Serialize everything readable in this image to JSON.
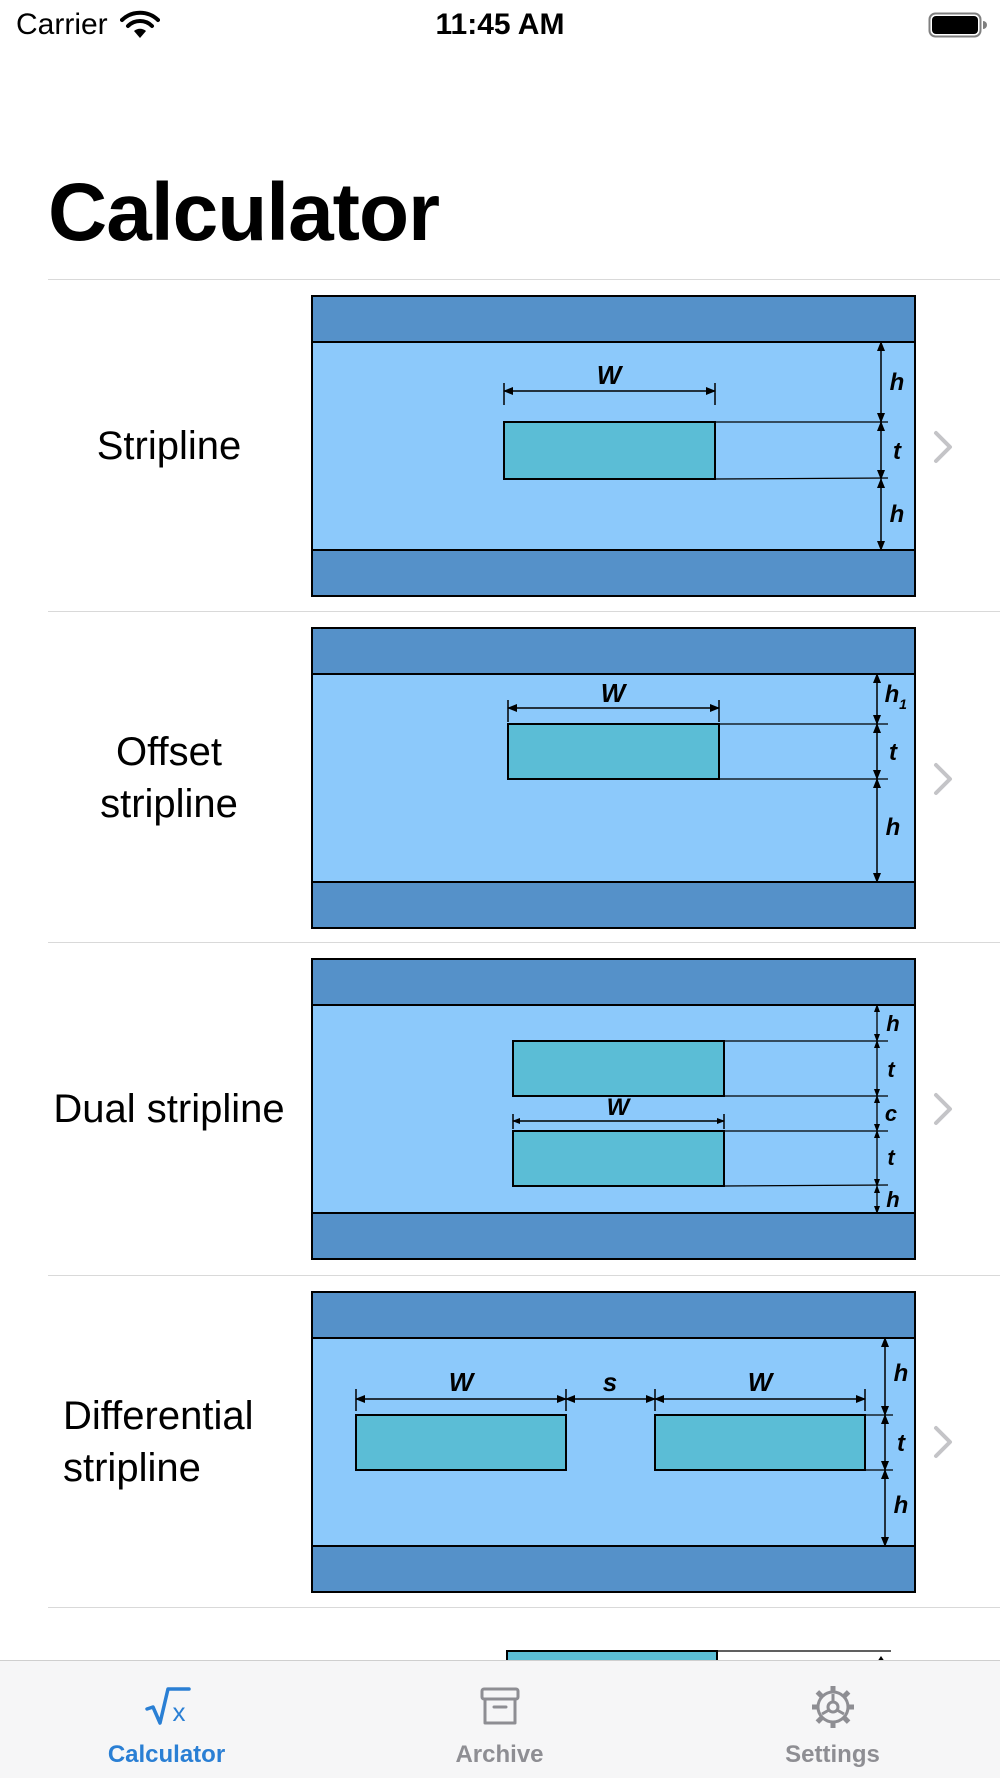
{
  "status_bar": {
    "carrier": "Carrier",
    "time": "11:45 AM"
  },
  "header": {
    "title": "Calculator"
  },
  "list": {
    "items": [
      {
        "label": "Stripline"
      },
      {
        "label": "Offset\nstripline"
      },
      {
        "label": "Dual stripline"
      },
      {
        "label": "Differential\nstripline"
      }
    ]
  },
  "diagram_labels": {
    "width": "W",
    "height": "h",
    "height_1": "h",
    "subscript_1": "1",
    "thickness": "t",
    "separation": "c",
    "spacing": "s"
  },
  "tab_bar": {
    "tabs": [
      {
        "label": "Calculator",
        "icon": "square-root-icon",
        "selected": true
      },
      {
        "label": "Archive",
        "icon": "archive-box-icon",
        "selected": false
      },
      {
        "label": "Settings",
        "icon": "gear-icon",
        "selected": false
      }
    ]
  },
  "colors": {
    "ground_plane": "#5591c9",
    "dielectric": "#8cc9fb",
    "conductor": "#5bbdd6",
    "accent": "#2a7fd4",
    "chevron": "#c4c4c7",
    "tab_inactive": "#8e8e93"
  }
}
